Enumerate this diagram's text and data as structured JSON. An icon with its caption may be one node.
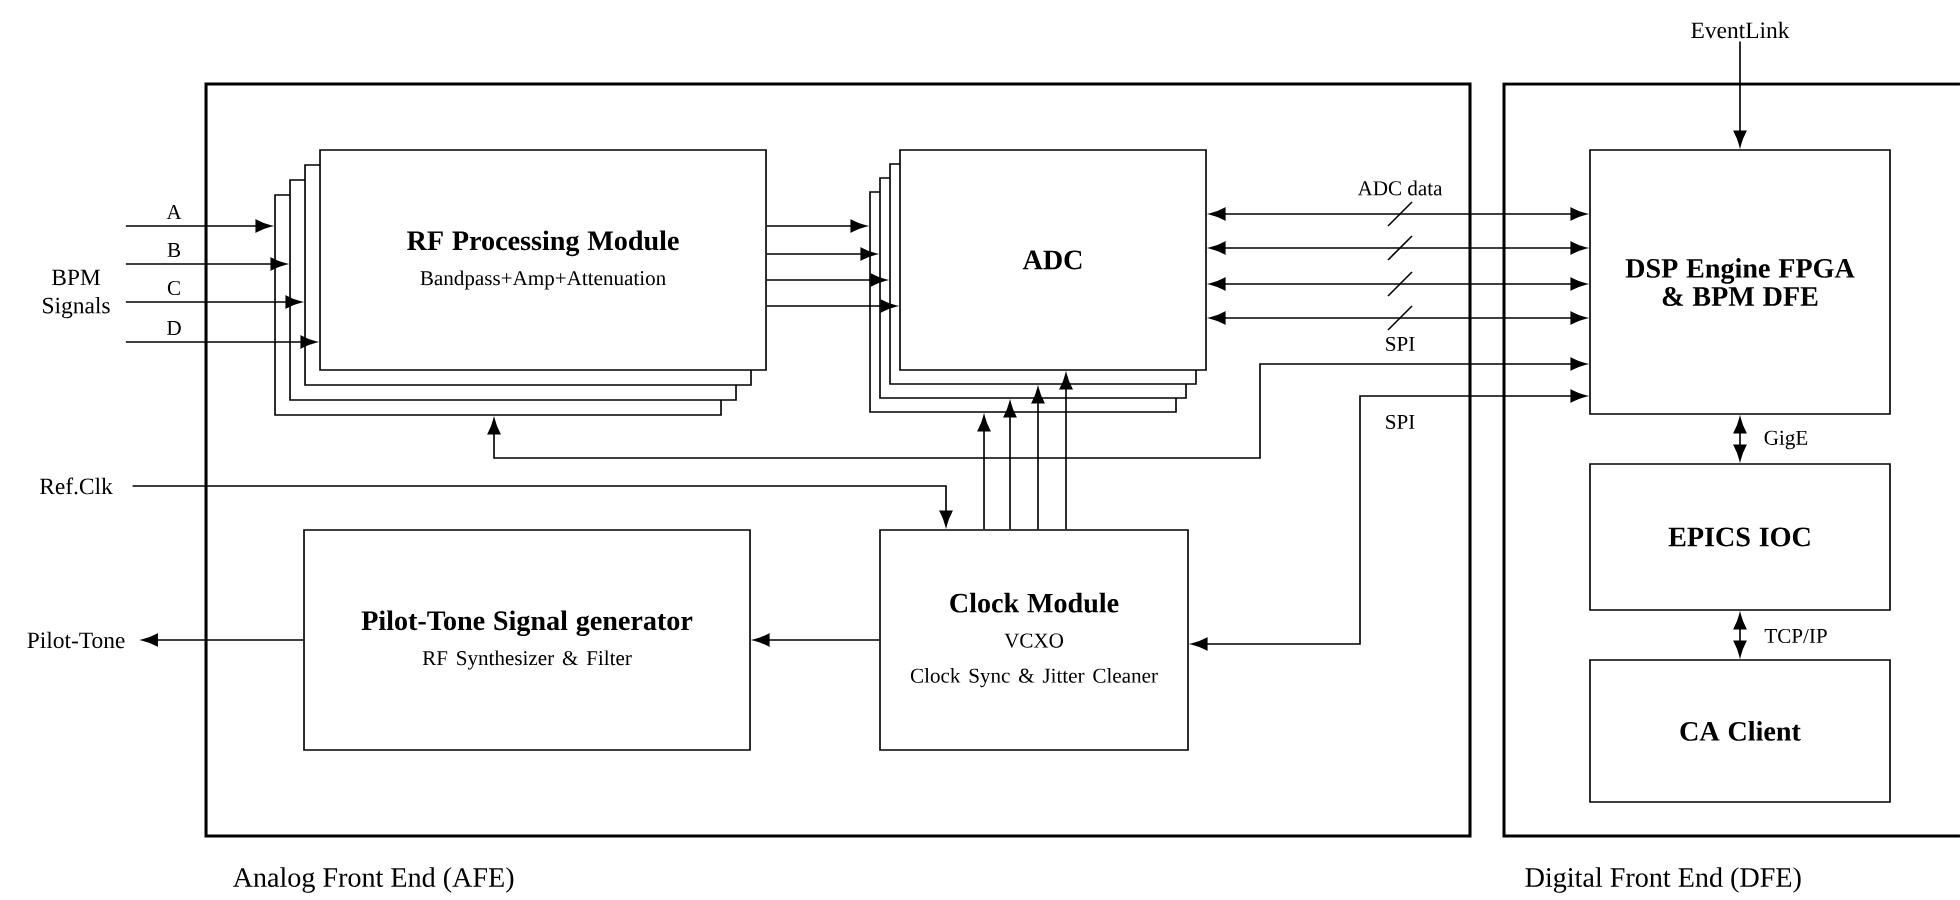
{
  "diagram": {
    "nodes": [
      {
        "text": [
          "Analog Front End (AFE)"
        ]
      },
      {
        "text": [
          "Digital Front End (DFE)"
        ]
      },
      {
        "text": [
          "BPM Signals"
        ]
      },
      {
        "text": [
          "RF Processing Module",
          "Bandpass+Amp+Attenuation"
        ],
        "in": 0
      },
      {
        "text": [
          "ADC"
        ],
        "in": 0
      },
      {
        "text": [
          "Ref.Clk"
        ]
      },
      {
        "text": [
          "Pilot-Tone Signal generator",
          "RF Synthesizer & Filter"
        ],
        "in": 0
      },
      {
        "text": [
          "Clock Module",
          "VCXO",
          "Clock Sync & Jitter Cleaner"
        ],
        "in": 0
      },
      {
        "text": [
          "Pilot-Tone"
        ]
      },
      {
        "text": [
          "EventLink"
        ]
      },
      {
        "text": [
          "DSP Engine FPGA & BPM DFE"
        ],
        "in": 1
      },
      {
        "text": [
          "EPICS IOC"
        ],
        "in": 1
      },
      {
        "text": [
          "CA Client"
        ],
        "in": 1
      }
    ],
    "edges": [
      {
        "from": 2,
        "to": 3,
        "arrow": "to",
        "label": "A"
      },
      {
        "from": 2,
        "to": 3,
        "arrow": "to",
        "label": "B"
      },
      {
        "from": 2,
        "to": 3,
        "arrow": "to",
        "label": "C"
      },
      {
        "from": 2,
        "to": 3,
        "arrow": "to",
        "label": "D"
      },
      {
        "from": 3,
        "to": 4,
        "arrow": "to"
      },
      {
        "from": 3,
        "to": 4,
        "arrow": "to"
      },
      {
        "from": 3,
        "to": 4,
        "arrow": "to"
      },
      {
        "from": 3,
        "to": 4,
        "arrow": "to"
      },
      {
        "from": 4,
        "to": 10,
        "arrow": "both",
        "label": "ADC data"
      },
      {
        "from": 4,
        "to": 10,
        "arrow": "both"
      },
      {
        "from": 4,
        "to": 10,
        "arrow": "both"
      },
      {
        "from": 4,
        "to": 10,
        "arrow": "both"
      },
      {
        "from": 10,
        "to": 3,
        "arrow": "both",
        "label": "SPI"
      },
      {
        "from": 10,
        "to": 7,
        "arrow": "both",
        "label": "SPI"
      },
      {
        "from": 5,
        "to": 7,
        "arrow": "to"
      },
      {
        "from": 7,
        "to": 4,
        "arrow": "to"
      },
      {
        "from": 7,
        "to": 4,
        "arrow": "to"
      },
      {
        "from": 7,
        "to": 4,
        "arrow": "to"
      },
      {
        "from": 7,
        "to": 4,
        "arrow": "to"
      },
      {
        "from": 7,
        "to": 6,
        "arrow": "to"
      },
      {
        "from": 6,
        "to": 8,
        "arrow": "to"
      },
      {
        "from": 9,
        "to": 10,
        "arrow": "to"
      },
      {
        "from": 10,
        "to": 11,
        "arrow": "both",
        "label": "GigE"
      },
      {
        "from": 11,
        "to": 12,
        "arrow": "both",
        "label": "TCP/IP"
      }
    ]
  }
}
